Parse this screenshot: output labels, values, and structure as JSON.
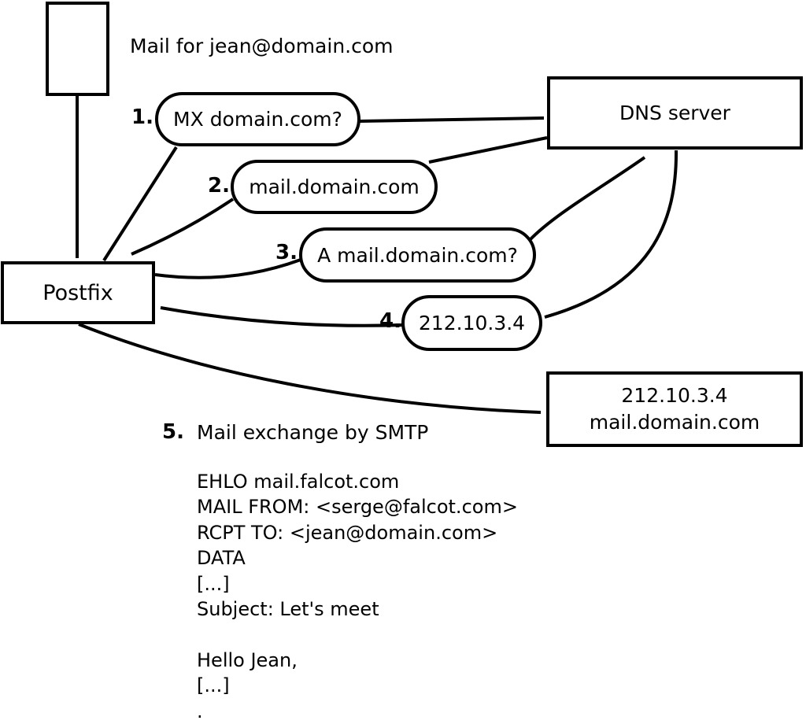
{
  "colors": {
    "stroke": "#000000",
    "background": "#ffffff"
  },
  "diagram": {
    "mail_note": "Mail for jean@domain.com",
    "nodes": {
      "postfix": "Postfix",
      "dns": "DNS server",
      "target_line1": "212.10.3.4",
      "target_line2": "mail.domain.com"
    },
    "steps": [
      {
        "num": "1.",
        "label": "MX domain.com?"
      },
      {
        "num": "2.",
        "label": "mail.domain.com"
      },
      {
        "num": "3.",
        "label": "A mail.domain.com?"
      },
      {
        "num": "4.",
        "label": "212.10.3.4"
      },
      {
        "num": "5.",
        "label": "Mail exchange by SMTP"
      }
    ],
    "smtp_session": [
      "EHLO mail.falcot.com",
      "MAIL FROM: <serge@falcot.com>",
      "RCPT TO: <jean@domain.com>",
      "DATA",
      "[...]",
      "Subject: Let's meet",
      "",
      "Hello Jean,",
      "[...]",
      "."
    ]
  }
}
